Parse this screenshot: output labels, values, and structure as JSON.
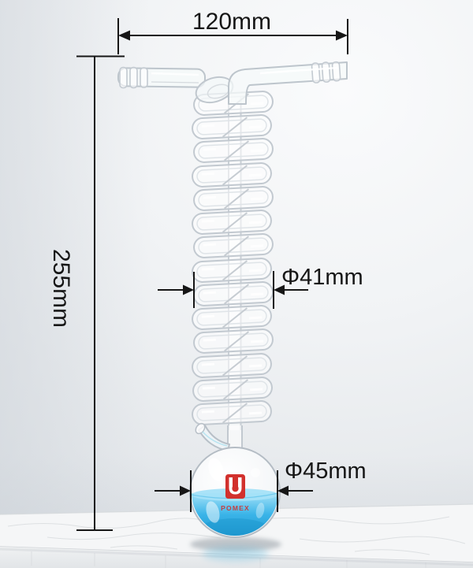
{
  "product_annotations": {
    "width_label": "120mm",
    "height_label": "255mm",
    "coil_diameter_label": "Φ41mm",
    "flask_diameter_label": "Φ45mm"
  },
  "brand": {
    "logo_text": "POMEX"
  },
  "colors": {
    "dimension_line": "#161616",
    "glass_outline": "#c2c9d0",
    "liquid_surface": "#a5e2f8",
    "liquid_main": "#3ab4e8",
    "liquid_deep": "#1b94cc",
    "logo_red": "#d2312d"
  }
}
